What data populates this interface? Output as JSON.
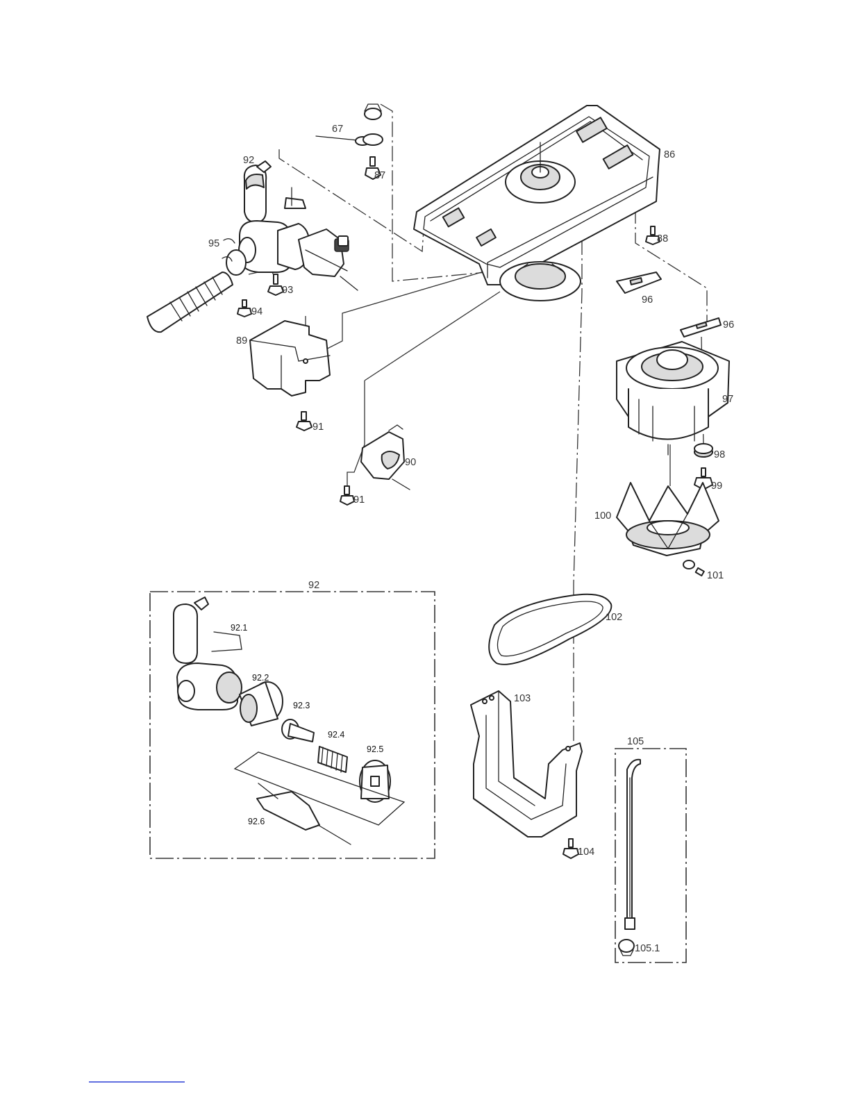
{
  "callouts": {
    "p67": "67",
    "p86": "86",
    "p87": "87",
    "p88": "88",
    "p89": "89",
    "p90": "90",
    "p91a": "91",
    "p91b": "91",
    "p92": "92",
    "p93": "93",
    "p94": "94",
    "p95": "95",
    "p96a": "96",
    "p96b": "96",
    "p97": "97",
    "p98": "98",
    "p99": "99",
    "p100": "100",
    "p101": "101",
    "p102": "102",
    "p103": "103",
    "p104": "104",
    "p105": "105",
    "p105_1": "105.1"
  },
  "inset": {
    "title": "92",
    "p92_1": "92.1",
    "p92_2": "92.2",
    "p92_3": "92.3",
    "p92_4": "92.4",
    "p92_5": "92.5",
    "p92_6": "92.6"
  }
}
